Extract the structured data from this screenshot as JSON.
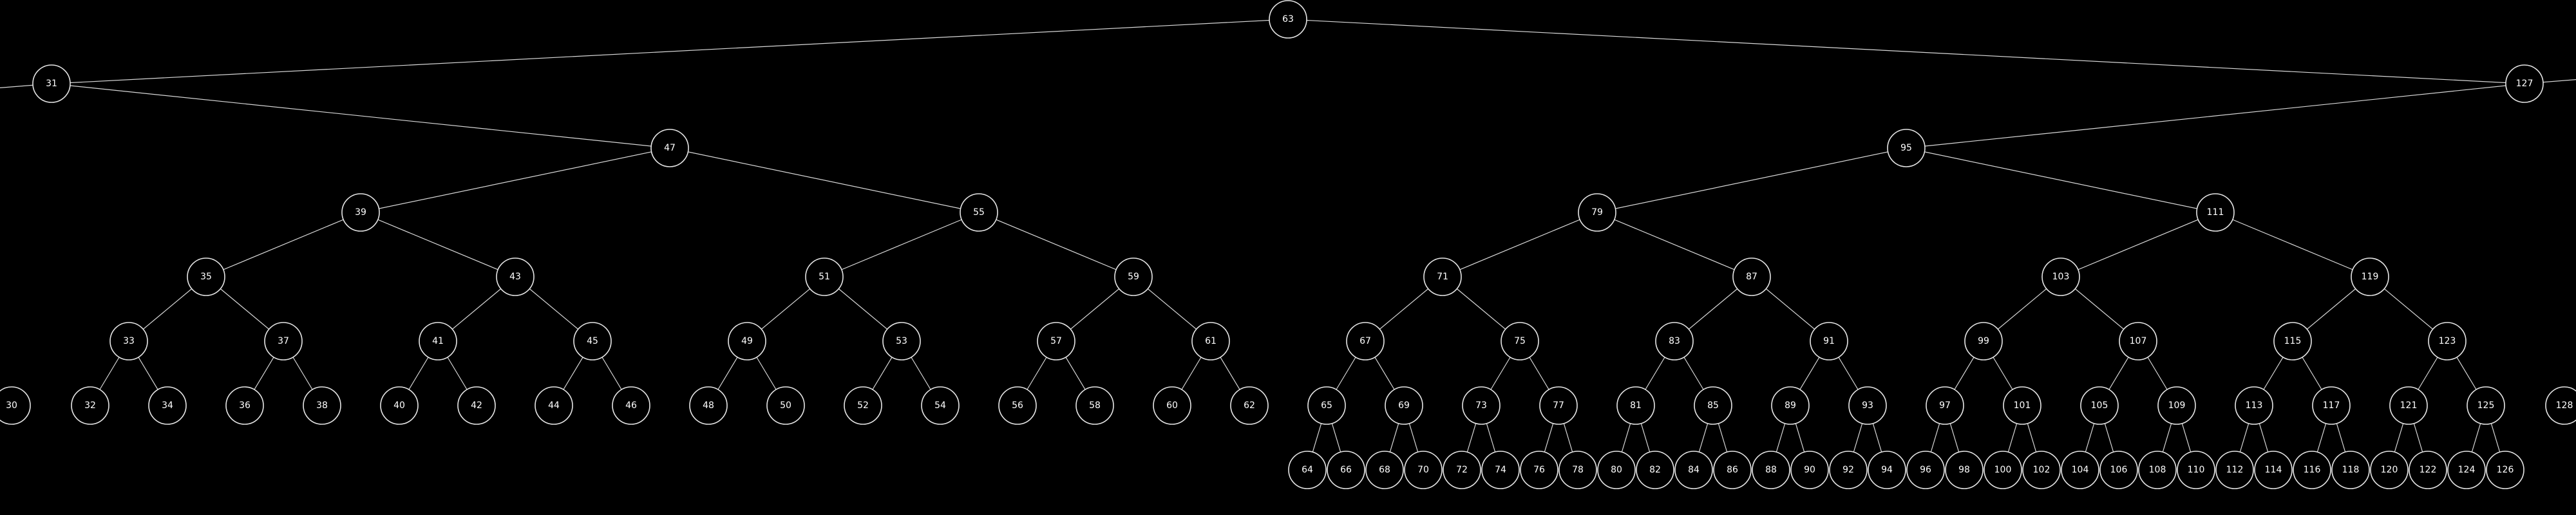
{
  "diagram": {
    "type": "binary-search-tree",
    "background": "#000000",
    "stroke_color": "#e6e6e6",
    "text_color": "#ffffff",
    "nodes": [
      {
        "id": "63",
        "label": "63"
      },
      {
        "id": "31",
        "label": "31"
      },
      {
        "id": "127",
        "label": "127"
      },
      {
        "id": "47",
        "label": "47"
      },
      {
        "id": "95",
        "label": "95"
      },
      {
        "id": "39",
        "label": "39"
      },
      {
        "id": "55",
        "label": "55"
      },
      {
        "id": "79",
        "label": "79"
      },
      {
        "id": "111",
        "label": "111"
      },
      {
        "id": "35",
        "label": "35"
      },
      {
        "id": "43",
        "label": "43"
      },
      {
        "id": "51",
        "label": "51"
      },
      {
        "id": "59",
        "label": "59"
      },
      {
        "id": "71",
        "label": "71"
      },
      {
        "id": "87",
        "label": "87"
      },
      {
        "id": "103",
        "label": "103"
      },
      {
        "id": "119",
        "label": "119"
      },
      {
        "id": "33",
        "label": "33"
      },
      {
        "id": "37",
        "label": "37"
      },
      {
        "id": "41",
        "label": "41"
      },
      {
        "id": "45",
        "label": "45"
      },
      {
        "id": "49",
        "label": "49"
      },
      {
        "id": "53",
        "label": "53"
      },
      {
        "id": "57",
        "label": "57"
      },
      {
        "id": "61",
        "label": "61"
      },
      {
        "id": "67",
        "label": "67"
      },
      {
        "id": "75",
        "label": "75"
      },
      {
        "id": "83",
        "label": "83"
      },
      {
        "id": "91",
        "label": "91"
      },
      {
        "id": "99",
        "label": "99"
      },
      {
        "id": "107",
        "label": "107"
      },
      {
        "id": "115",
        "label": "115"
      },
      {
        "id": "123",
        "label": "123"
      },
      {
        "id": "30",
        "label": "30"
      },
      {
        "id": "32",
        "label": "32"
      },
      {
        "id": "34",
        "label": "34"
      },
      {
        "id": "36",
        "label": "36"
      },
      {
        "id": "38",
        "label": "38"
      },
      {
        "id": "40",
        "label": "40"
      },
      {
        "id": "42",
        "label": "42"
      },
      {
        "id": "44",
        "label": "44"
      },
      {
        "id": "46",
        "label": "46"
      },
      {
        "id": "48",
        "label": "48"
      },
      {
        "id": "50",
        "label": "50"
      },
      {
        "id": "52",
        "label": "52"
      },
      {
        "id": "54",
        "label": "54"
      },
      {
        "id": "56",
        "label": "56"
      },
      {
        "id": "58",
        "label": "58"
      },
      {
        "id": "60",
        "label": "60"
      },
      {
        "id": "62",
        "label": "62"
      },
      {
        "id": "65",
        "label": "65"
      },
      {
        "id": "69",
        "label": "69"
      },
      {
        "id": "73",
        "label": "73"
      },
      {
        "id": "77",
        "label": "77"
      },
      {
        "id": "81",
        "label": "81"
      },
      {
        "id": "85",
        "label": "85"
      },
      {
        "id": "89",
        "label": "89"
      },
      {
        "id": "93",
        "label": "93"
      },
      {
        "id": "97",
        "label": "97"
      },
      {
        "id": "101",
        "label": "101"
      },
      {
        "id": "105",
        "label": "105"
      },
      {
        "id": "109",
        "label": "109"
      },
      {
        "id": "113",
        "label": "113"
      },
      {
        "id": "117",
        "label": "117"
      },
      {
        "id": "121",
        "label": "121"
      },
      {
        "id": "125",
        "label": "125"
      },
      {
        "id": "128",
        "label": "128"
      },
      {
        "id": "64",
        "label": "64"
      },
      {
        "id": "66",
        "label": "66"
      },
      {
        "id": "68",
        "label": "68"
      },
      {
        "id": "70",
        "label": "70"
      },
      {
        "id": "72",
        "label": "72"
      },
      {
        "id": "74",
        "label": "74"
      },
      {
        "id": "76",
        "label": "76"
      },
      {
        "id": "78",
        "label": "78"
      },
      {
        "id": "80",
        "label": "80"
      },
      {
        "id": "82",
        "label": "82"
      },
      {
        "id": "84",
        "label": "84"
      },
      {
        "id": "86",
        "label": "86"
      },
      {
        "id": "88",
        "label": "88"
      },
      {
        "id": "90",
        "label": "90"
      },
      {
        "id": "92",
        "label": "92"
      },
      {
        "id": "94",
        "label": "94"
      },
      {
        "id": "96",
        "label": "96"
      },
      {
        "id": "98",
        "label": "98"
      },
      {
        "id": "100",
        "label": "100"
      },
      {
        "id": "102",
        "label": "102"
      },
      {
        "id": "104",
        "label": "104"
      },
      {
        "id": "106",
        "label": "106"
      },
      {
        "id": "108",
        "label": "108"
      },
      {
        "id": "110",
        "label": "110"
      },
      {
        "id": "112",
        "label": "112"
      },
      {
        "id": "114",
        "label": "114"
      },
      {
        "id": "116",
        "label": "116"
      },
      {
        "id": "118",
        "label": "118"
      },
      {
        "id": "120",
        "label": "120"
      },
      {
        "id": "122",
        "label": "122"
      },
      {
        "id": "124",
        "label": "124"
      },
      {
        "id": "126",
        "label": "126"
      }
    ],
    "edges": [
      [
        "63",
        "31"
      ],
      [
        "63",
        "127"
      ],
      [
        "31",
        "47"
      ],
      [
        "127",
        "95"
      ],
      [
        "47",
        "39"
      ],
      [
        "47",
        "55"
      ],
      [
        "95",
        "79"
      ],
      [
        "95",
        "111"
      ],
      [
        "39",
        "35"
      ],
      [
        "39",
        "43"
      ],
      [
        "55",
        "51"
      ],
      [
        "55",
        "59"
      ],
      [
        "79",
        "71"
      ],
      [
        "79",
        "87"
      ],
      [
        "111",
        "103"
      ],
      [
        "111",
        "119"
      ],
      [
        "35",
        "33"
      ],
      [
        "35",
        "37"
      ],
      [
        "43",
        "41"
      ],
      [
        "43",
        "45"
      ],
      [
        "51",
        "49"
      ],
      [
        "51",
        "53"
      ],
      [
        "59",
        "57"
      ],
      [
        "59",
        "61"
      ],
      [
        "71",
        "67"
      ],
      [
        "71",
        "75"
      ],
      [
        "87",
        "83"
      ],
      [
        "87",
        "91"
      ],
      [
        "103",
        "99"
      ],
      [
        "103",
        "107"
      ],
      [
        "119",
        "115"
      ],
      [
        "119",
        "123"
      ],
      [
        "33",
        "32"
      ],
      [
        "33",
        "34"
      ],
      [
        "37",
        "36"
      ],
      [
        "37",
        "38"
      ],
      [
        "41",
        "40"
      ],
      [
        "41",
        "42"
      ],
      [
        "45",
        "44"
      ],
      [
        "45",
        "46"
      ],
      [
        "49",
        "48"
      ],
      [
        "49",
        "50"
      ],
      [
        "53",
        "52"
      ],
      [
        "53",
        "54"
      ],
      [
        "57",
        "56"
      ],
      [
        "57",
        "58"
      ],
      [
        "61",
        "60"
      ],
      [
        "61",
        "62"
      ],
      [
        "67",
        "65"
      ],
      [
        "67",
        "69"
      ],
      [
        "75",
        "73"
      ],
      [
        "75",
        "77"
      ],
      [
        "83",
        "81"
      ],
      [
        "83",
        "85"
      ],
      [
        "91",
        "89"
      ],
      [
        "91",
        "93"
      ],
      [
        "99",
        "97"
      ],
      [
        "99",
        "101"
      ],
      [
        "107",
        "105"
      ],
      [
        "107",
        "109"
      ],
      [
        "115",
        "113"
      ],
      [
        "115",
        "117"
      ],
      [
        "123",
        "121"
      ],
      [
        "123",
        "125"
      ],
      [
        "65",
        "64"
      ],
      [
        "65",
        "66"
      ],
      [
        "69",
        "68"
      ],
      [
        "69",
        "70"
      ],
      [
        "73",
        "72"
      ],
      [
        "73",
        "74"
      ],
      [
        "77",
        "76"
      ],
      [
        "77",
        "78"
      ],
      [
        "81",
        "80"
      ],
      [
        "81",
        "82"
      ],
      [
        "85",
        "84"
      ],
      [
        "85",
        "86"
      ],
      [
        "89",
        "88"
      ],
      [
        "89",
        "90"
      ],
      [
        "93",
        "92"
      ],
      [
        "93",
        "94"
      ],
      [
        "97",
        "96"
      ],
      [
        "97",
        "98"
      ],
      [
        "101",
        "100"
      ],
      [
        "101",
        "102"
      ],
      [
        "105",
        "104"
      ],
      [
        "105",
        "106"
      ],
      [
        "109",
        "108"
      ],
      [
        "109",
        "110"
      ],
      [
        "113",
        "112"
      ],
      [
        "113",
        "114"
      ],
      [
        "117",
        "116"
      ],
      [
        "117",
        "118"
      ],
      [
        "121",
        "120"
      ],
      [
        "121",
        "122"
      ],
      [
        "125",
        "124"
      ],
      [
        "125",
        "126"
      ]
    ],
    "offscreen_edges": [
      {
        "from": "31",
        "direction": "left"
      },
      {
        "from": "127",
        "direction": "right"
      }
    ]
  }
}
